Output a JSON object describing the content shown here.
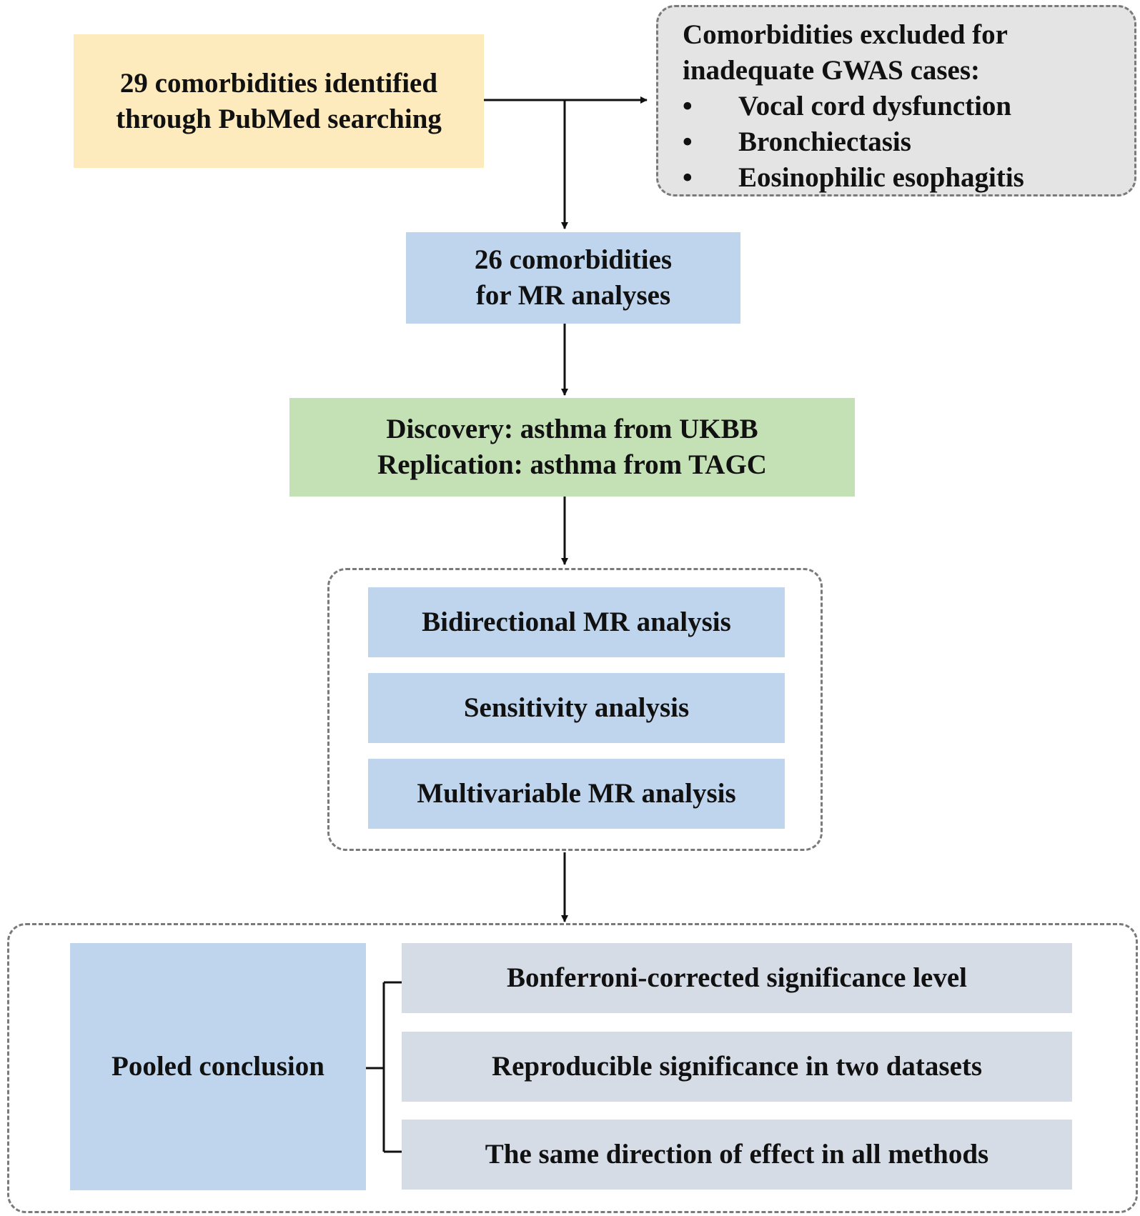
{
  "identified": [
    "29 comorbidities identified",
    "through PubMed searching"
  ],
  "excluded": {
    "heading": [
      "Comorbidities excluded for",
      "inadequate GWAS cases:"
    ],
    "bullet": "•",
    "items": [
      "Vocal cord dysfunction",
      "Bronchiectasis",
      "Eosinophilic esophagitis"
    ]
  },
  "selected": [
    "26 comorbidities",
    "for MR analyses"
  ],
  "datasets": [
    "Discovery: asthma from UKBB",
    "Replication: asthma from TAGC"
  ],
  "analyses": [
    "Bidirectional MR analysis",
    "Sensitivity analysis",
    "Multivariable MR analysis"
  ],
  "conclusion": {
    "label": "Pooled conclusion",
    "criteria": [
      "Bonferroni-corrected significance level",
      "Reproducible significance in two datasets",
      "The same direction of effect in all methods"
    ]
  },
  "colors": {
    "yellow": "#fdebbd",
    "blue": "#bfd5ed",
    "green": "#c4e0b5",
    "grey_box": "#e4e4e4",
    "criteria_box": "#d6dce6",
    "dash": "#7a7a7a",
    "line": "#111111"
  }
}
